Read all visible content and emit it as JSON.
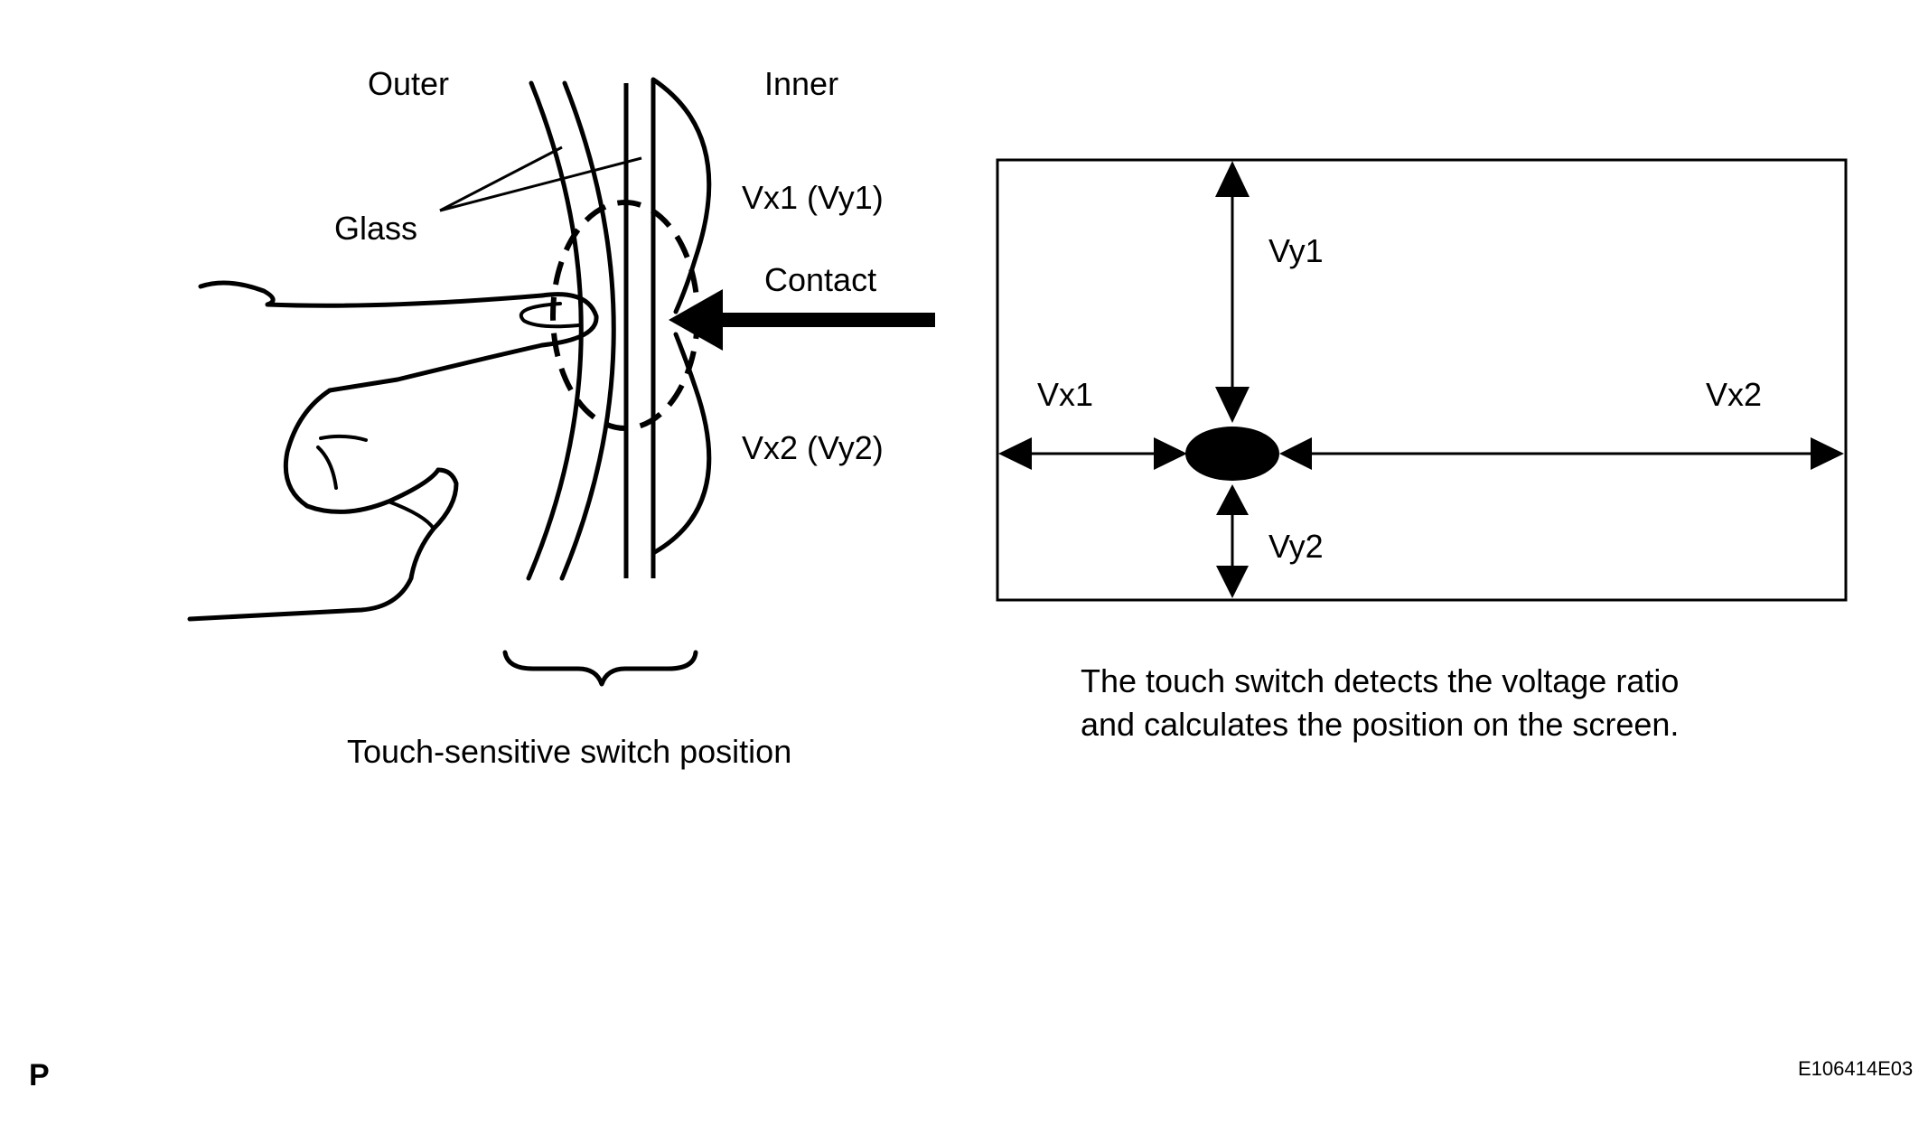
{
  "left_panel": {
    "outer_label": "Outer",
    "inner_label": "Inner",
    "glass_label": "Glass",
    "vx1_vy1_label": "Vx1 (Vy1)",
    "contact_label": "Contact",
    "vx2_vy2_label": "Vx2 (Vy2)",
    "caption": "Touch-sensitive switch position"
  },
  "right_panel": {
    "vy1_label": "Vy1",
    "vx1_label": "Vx1",
    "vx2_label": "Vx2",
    "vy2_label": "Vy2",
    "caption_line1": "The touch switch detects the voltage ratio",
    "caption_line2": "and calculates the position on the screen."
  },
  "footer": {
    "page_mark": "P",
    "figure_id": "E106414E03"
  }
}
